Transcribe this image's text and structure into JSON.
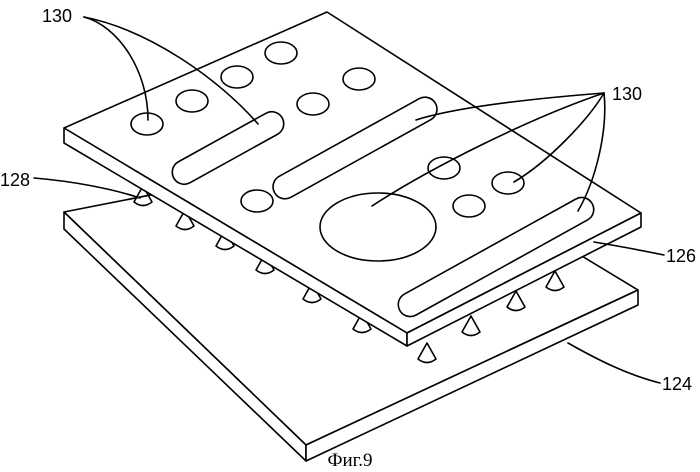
{
  "labels": {
    "holes_top_left": "130",
    "holes_top_right": "130",
    "spikes": "128",
    "upper_plate": "126",
    "lower_plate": "124"
  },
  "caption": "Фиг.9"
}
